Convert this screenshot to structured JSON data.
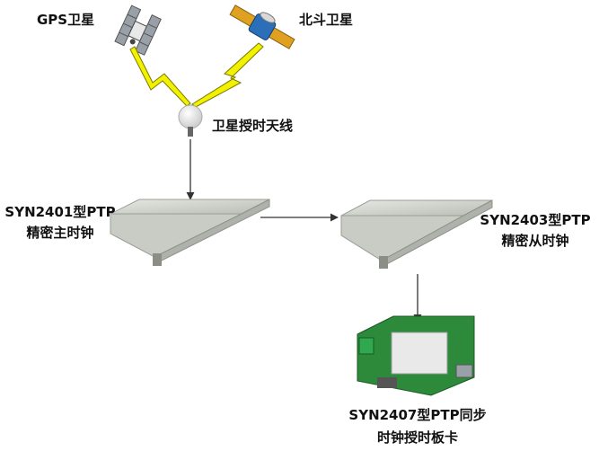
{
  "labels": {
    "gps_satellite": "GPS卫星",
    "beidou_satellite": "北斗卫星",
    "antenna": "卫星授时天线",
    "master_line1": "SYN2401型PTP",
    "master_line2": "精密主时钟",
    "slave_line1": "SYN2403型PTP",
    "slave_line2": "精密从时钟",
    "card_line1": "SYN2407型PTP同步",
    "card_line2": "时钟授时板卡"
  },
  "colors": {
    "signal": "#f2f200",
    "signal_edge": "#7a7a00",
    "arrow": "#333333",
    "device_body": "#d9dbd6",
    "device_top": "#c4c8c0",
    "board_pcb": "#2c8a3a",
    "beidou_panel": "#e0a020",
    "beidou_body": "#2a6fb8"
  }
}
